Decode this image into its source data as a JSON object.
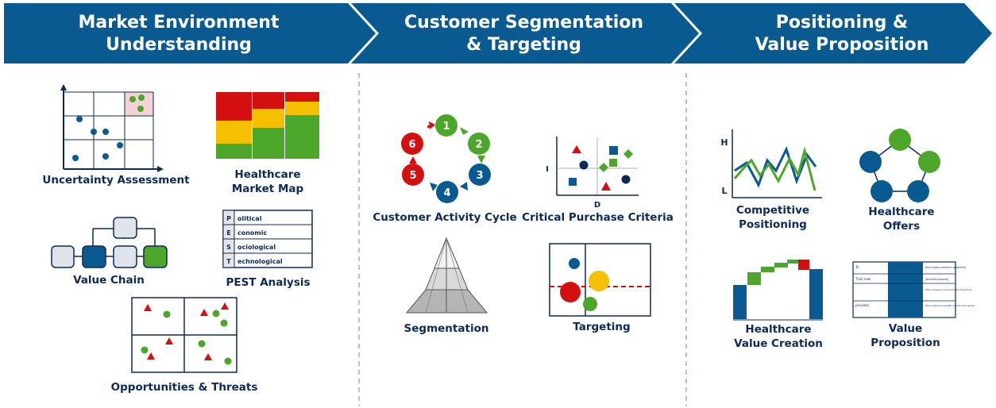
{
  "colors": {
    "header_blue": "#0a5a92",
    "dark_blue": "#0a5a92",
    "red": "#d40f0f",
    "yellow": "#f5c000",
    "green": "#4ba629",
    "grey_box": "#dfe3ea",
    "label_navy": "#0b2a5a"
  },
  "headers": [
    {
      "line1": "Market Environment",
      "line2": "Understanding"
    },
    {
      "line1": "Customer Segmentation",
      "line2": "& Targeting"
    },
    {
      "line1": "Positioning &",
      "line2": "Value Proposition"
    }
  ],
  "section1": {
    "uncertainty": "Uncertainty Assessment",
    "market_map_line1": "Healthcare",
    "market_map_line2": "Market Map",
    "value_chain": "Value Chain",
    "pest": "PEST Analysis",
    "pest_rows": [
      {
        "letter": "P",
        "text": "olitical"
      },
      {
        "letter": "E",
        "text": "conomic"
      },
      {
        "letter": "S",
        "text": "ociological"
      },
      {
        "letter": "T",
        "text": "echnological"
      }
    ],
    "opportunities": "Opportunities & Threats"
  },
  "section2": {
    "activity_cycle": "Customer Activity Cycle",
    "cycle_steps": [
      "1",
      "2",
      "3",
      "4",
      "5",
      "6"
    ],
    "criteria": "Critical Purchase Criteria",
    "criteria_axis_y": "I",
    "criteria_axis_x": "D",
    "segmentation": "Segmentation",
    "targeting": "Targeting"
  },
  "section3": {
    "competitive_line1": "Competitive",
    "competitive_line2": "Positioning",
    "axis_high": "H",
    "axis_low": "L",
    "offers_line1": "Healthcare",
    "offers_line2": "Offers",
    "value_creation_line1": "Healthcare",
    "value_creation_line2": "Value Creation",
    "value_prop_line1": "Value",
    "value_prop_line2": "Proposition",
    "vp_rows": [
      {
        "left": "To",
        "right": "[the target customer segments]"
      },
      {
        "left": "That seek",
        "right": "[desired outcome]"
      },
      {
        "left": "",
        "right": "[the company | brand product/service]"
      },
      {
        "left": "provides",
        "right": "[the customer benefit, in outcome terms]"
      }
    ]
  }
}
